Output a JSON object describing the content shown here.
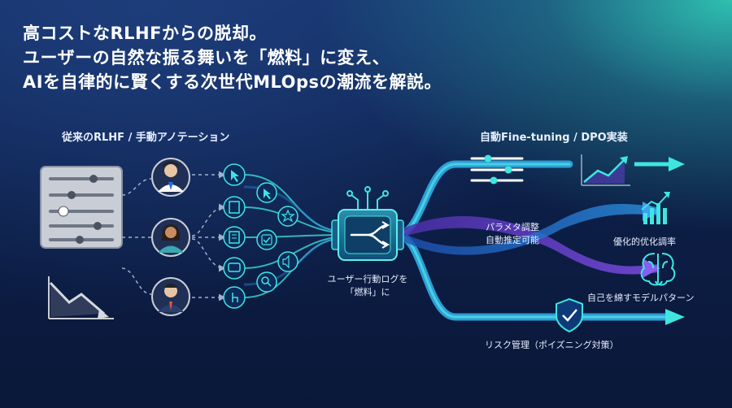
{
  "headline": {
    "line1": "高コストなRLHFからの脱却。",
    "line2": "ユーザーの自然な振る舞いを「燃料」に変え、",
    "line3": "AIを自律的に賢くする次世代MLOpsの潮流を解説。"
  },
  "left_section": {
    "title": "従来のRLHF / 手動アノテーション"
  },
  "right_section": {
    "title": "自動Fine-tuning / DPO実装"
  },
  "center_node": {
    "line1": "ユーザー行動ログを",
    "line2": "「燃料」に"
  },
  "middle_band": {
    "line1": "パラメタ調整",
    "line2": "自動推定可能"
  },
  "outputs": {
    "optimization": "優化的优化調率",
    "patterns": "自己を綿すモデルパターン",
    "risk": "リスク管理（ポイズニング対策）"
  },
  "colors": {
    "accent_cyan": "#3ee6e0",
    "accent_blue": "#1e6bd6",
    "accent_purple": "#6a3fd1",
    "background": "#0b1a3d"
  },
  "icons": [
    "settings-sliders-icon",
    "person-icon",
    "cursor-click-icon",
    "document-icon",
    "checklist-icon",
    "chat-icon",
    "touch-icon",
    "star-icon",
    "check-icon",
    "speaker-icon",
    "search-icon",
    "circuit-chip-icon",
    "trend-down-icon",
    "trend-up-icon",
    "bar-chart-icon",
    "brain-icon",
    "shield-check-icon"
  ]
}
